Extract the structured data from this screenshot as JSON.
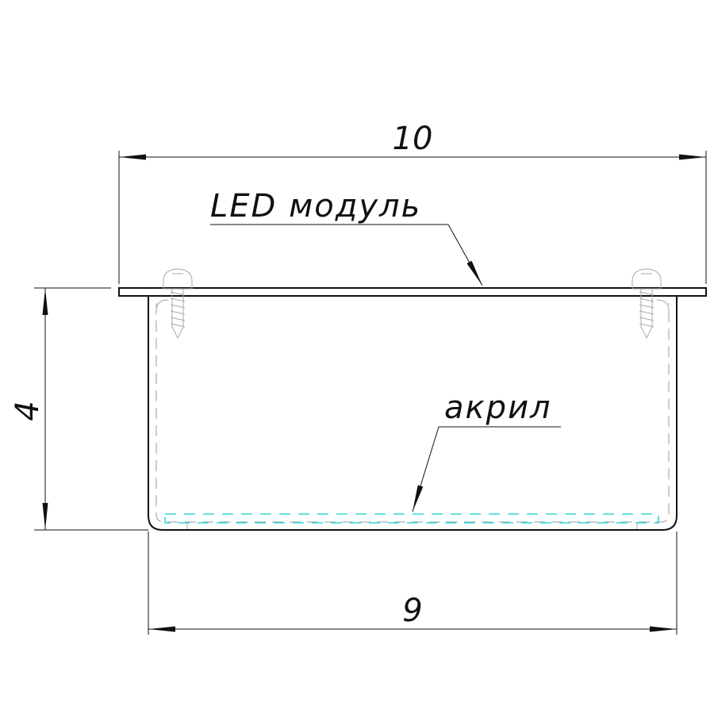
{
  "dimensions": {
    "top_width": "10",
    "bottom_width": "9",
    "height": "4"
  },
  "callouts": {
    "led_module": "LED модуль",
    "acrylic": "акрил"
  },
  "colors": {
    "line": "#111111",
    "hidden_line": "#888888",
    "acrylic": "#33d6d6"
  }
}
